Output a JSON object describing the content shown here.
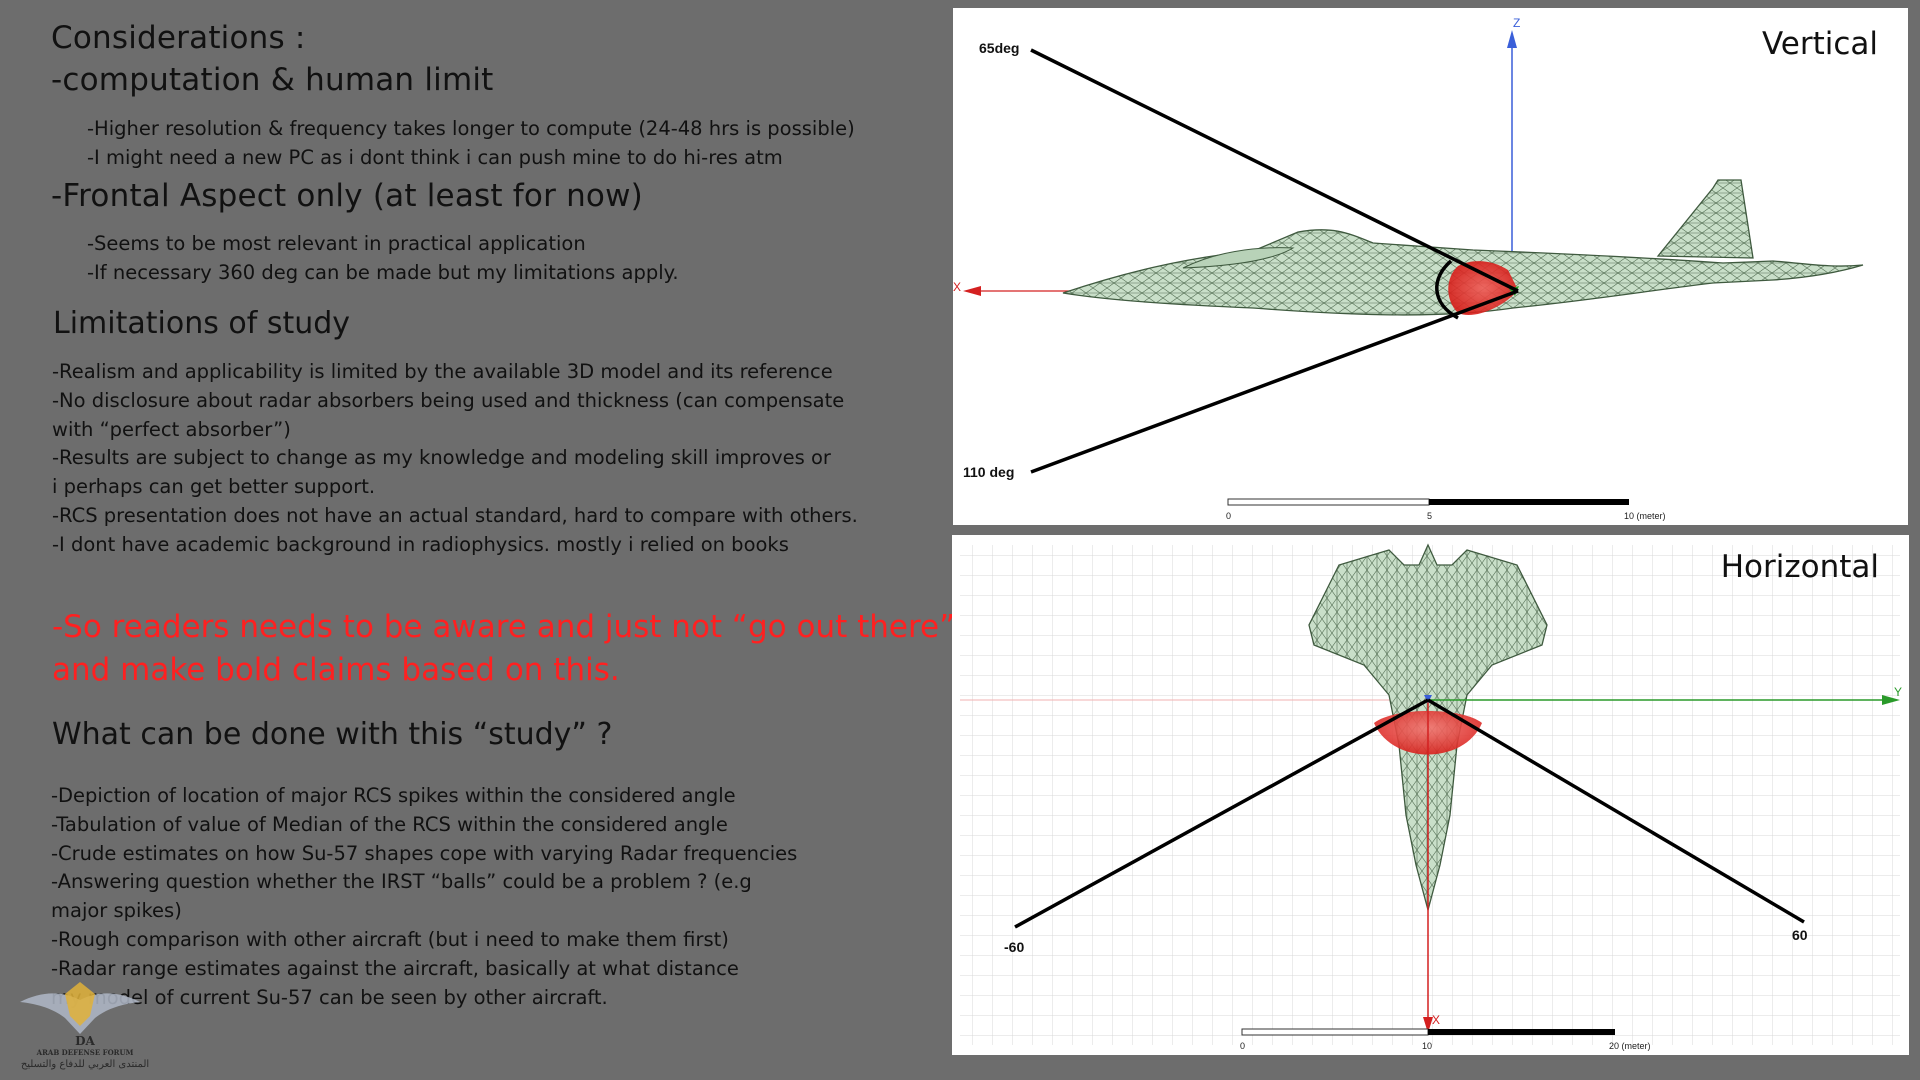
{
  "left": {
    "considerations_title": "Considerations :",
    "computation_title": "-computation & human limit",
    "computation_items": [
      "-Higher resolution & frequency takes longer to compute (24-48 hrs is possible)",
      "-I might need a new PC as i dont think i can push mine to do hi-res atm"
    ],
    "frontal_title": "-Frontal Aspect only (at least for now)",
    "frontal_items": [
      "-Seems to be most relevant in practical application",
      "-If necessary 360 deg can be made but my limitations apply."
    ],
    "limitations_title": "Limitations of study",
    "limitations_lines": [
      "-Realism and applicability is limited by the available 3D model and its reference",
      "-No disclosure about radar absorbers being used and thickness (can compensate",
      "with “perfect absorber”)",
      "-Results are subject to change as my knowledge and modeling skill improves or",
      "i perhaps can get better support.",
      "-RCS presentation does not have an actual standard, hard to compare with others.",
      "-I dont have academic background in radiophysics. mostly i relied on books"
    ],
    "warning_lines": [
      "-So readers needs to be aware and just not “go out there”",
      "and make bold claims based on this."
    ],
    "whatcan_title": "What can be done with this “study” ?",
    "whatcan_lines": [
      "-Depiction of location of major RCS spikes within the considered angle",
      "-Tabulation of value of Median of the RCS within the considered angle",
      "-Crude estimates on how Su-57 shapes cope with varying Radar frequencies",
      "-Answering question whether the IRST “balls” could be a problem ? (e.g",
      "major spikes)",
      "-Rough comparison with other aircraft (but i need to make them first)",
      "-Radar range estimates against the aircraft, basically at what distance",
      "my model of current Su-57 can be seen by other aircraft."
    ]
  },
  "vertical_panel": {
    "title": "Vertical",
    "angle_top": "65deg",
    "angle_bottom": "110 deg",
    "axis_z": "Z",
    "axis_x": "X",
    "scale": [
      "0",
      "5",
      "10 (meter)"
    ]
  },
  "horizontal_panel": {
    "title": "Horizontal",
    "angle_left": "-60",
    "angle_right": "60",
    "axis_y": "Y",
    "axis_x": "X",
    "scale": [
      "0",
      "10",
      "20 (meter)"
    ]
  },
  "watermark": {
    "logo_letters": "DA",
    "name_en": "ARAB DEFENSE FORUM",
    "name_ar": "المنتدى العربي للدفاع والتسليح"
  },
  "colors": {
    "background": "#6d6d6d",
    "warning_text": "#ff2020",
    "wireframe": "#3f5a3f",
    "wireframe_fill": "#c9dfc9",
    "rcs_blob": "#e8231f",
    "axis_blue": "#3a5fd9",
    "axis_red": "#d42020",
    "axis_green": "#2a9a2a"
  }
}
